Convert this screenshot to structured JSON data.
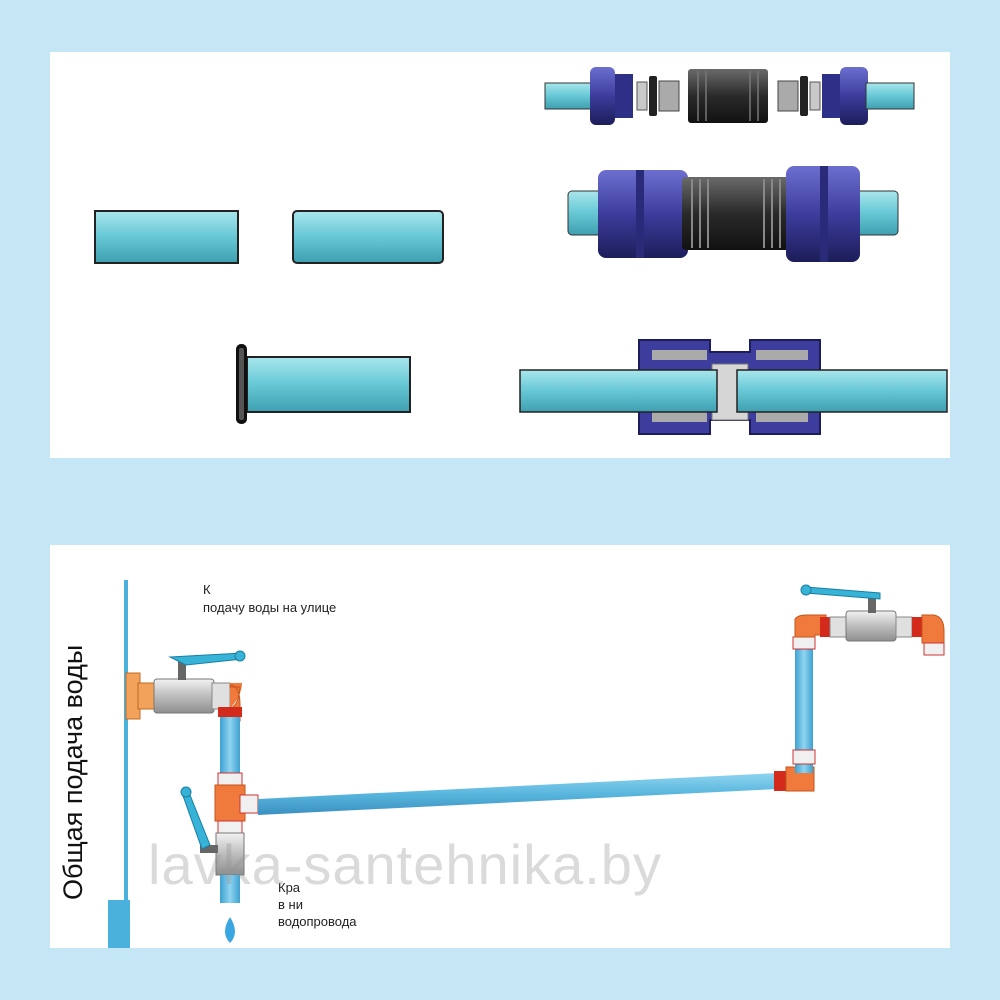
{
  "top_panel": {
    "steps": [
      "cut-pipes",
      "exploded-fitting",
      "pipe-with-ring",
      "assembled-fitting",
      "section-view"
    ]
  },
  "bottom_panel": {
    "vertical_title": "Общая подача воды",
    "label_top_line1": "К",
    "label_top_line2": "подачу воды на улице",
    "label_bottom_line1": "Кра",
    "label_bottom_line2": "в ни",
    "label_bottom_line3": "водопровода"
  },
  "watermark": "lavka-santehnika.by",
  "colors": {
    "background": "#c5e7f5",
    "pipe": "#6ccbd8",
    "water_pipe": "#58b6dd",
    "fitting_blue": "#3c3d9c",
    "fitting_orange": "#ef7a3c",
    "valve_handle": "#36b3d6",
    "brass_chrome": "#cfcfcf"
  }
}
